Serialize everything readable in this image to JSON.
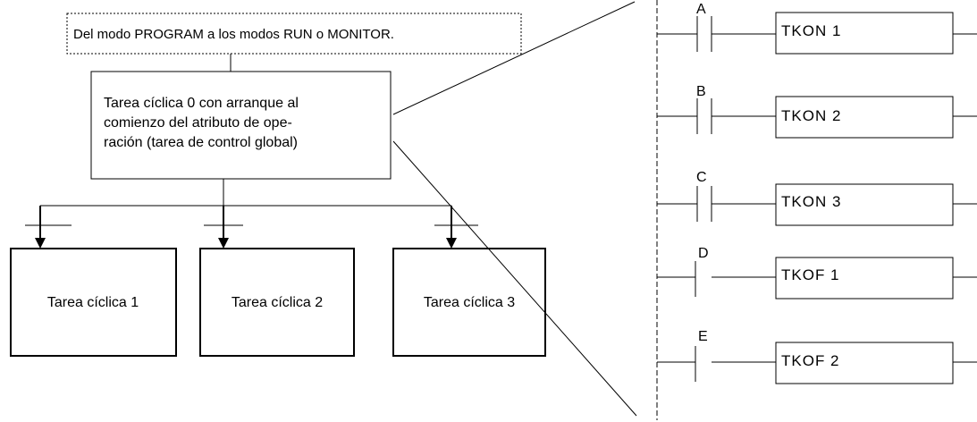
{
  "flow": {
    "mode_change_label": "Del modo PROGRAM a los modos RUN o MONITOR.",
    "cyclic_task_0": "Tarea cíclica 0 con arranque al\ncomienzo del atributo de ope-\nración (tarea de control global)",
    "cyclic_tasks": [
      "Tarea cíclica 1",
      "Tarea cíclica 2",
      "Tarea cíclica 3"
    ]
  },
  "ladder": {
    "rungs": [
      {
        "contact": "A",
        "instruction": "TKON  1"
      },
      {
        "contact": "B",
        "instruction": "TKON  2"
      },
      {
        "contact": "C",
        "instruction": "TKON  3"
      },
      {
        "contact": "D",
        "instruction": "TKOF  1"
      },
      {
        "contact": "E",
        "instruction": "TKOF  2"
      }
    ]
  }
}
